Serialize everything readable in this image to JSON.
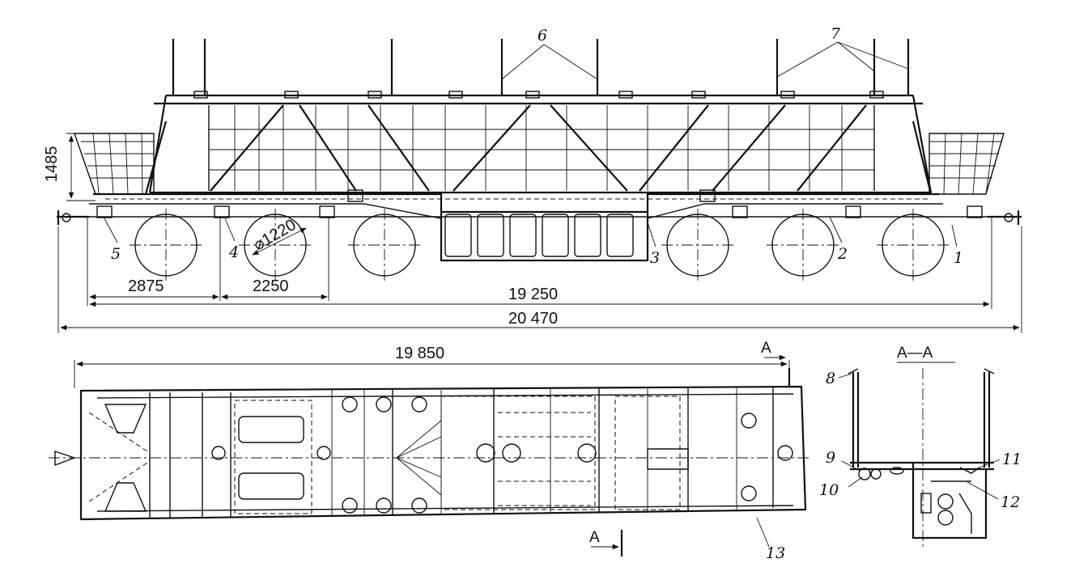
{
  "dimensions": {
    "height_end": "1485",
    "bogie_offset": "2875",
    "axle_spacing": "2250",
    "wheel_diameter": "⌀1220",
    "truck_centers": "19 250",
    "overall_length": "20 470",
    "frame_length": "19 850"
  },
  "section": {
    "marker_top": "A",
    "marker_bottom": "A",
    "view_title": "A—A"
  },
  "callouts": {
    "c1": "1",
    "c2": "2",
    "c3": "3",
    "c4": "4",
    "c5": "5",
    "c6": "6",
    "c7": "7",
    "c8": "8",
    "c9": "9",
    "c10": "10",
    "c11": "11",
    "c12": "12",
    "c13": "13"
  }
}
